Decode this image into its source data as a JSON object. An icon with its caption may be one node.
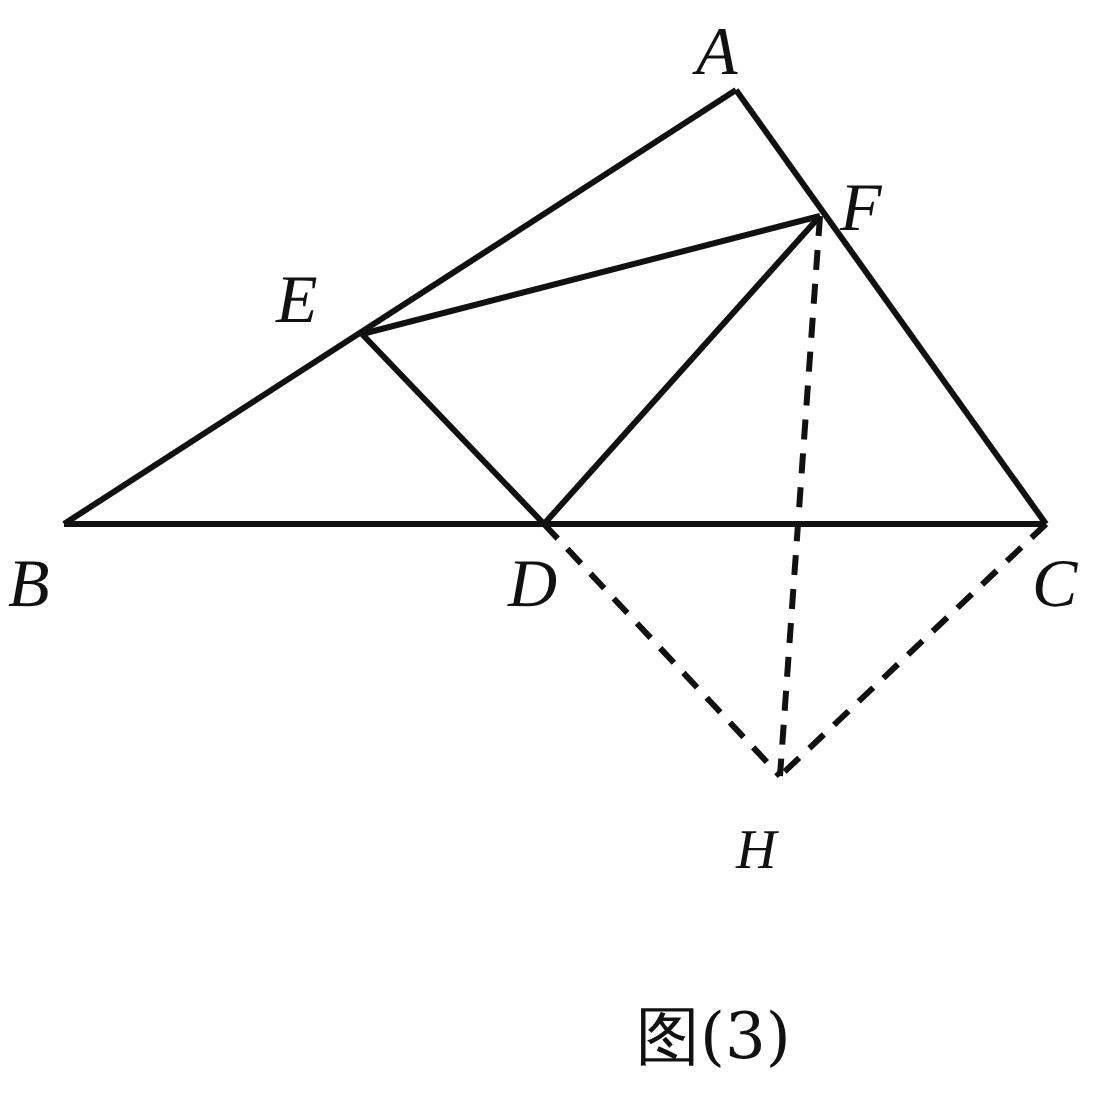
{
  "diagram": {
    "caption": "图(3)",
    "labels": [
      "A",
      "F",
      "E",
      "B",
      "D",
      "C",
      "H"
    ]
  }
}
